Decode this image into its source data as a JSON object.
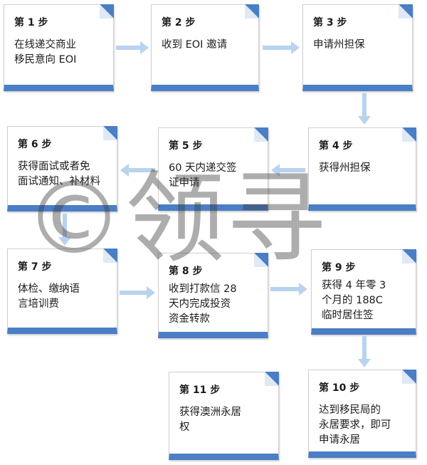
{
  "colors": {
    "box_bottom_bar": "#4a7ec5",
    "corner_fill": "#4a7ec5",
    "arrow": "#b9d3ee",
    "watermark": "#555555"
  },
  "steps": [
    {
      "title": "第 1 步",
      "text": "在线递交商业\n移民意向 EOI"
    },
    {
      "title": "第 2 步",
      "text": "收到 EOI 邀请"
    },
    {
      "title": "第 3 步",
      "text": "申请州担保"
    },
    {
      "title": "第 4 步",
      "text": "获得州担保"
    },
    {
      "title": "第 5 步",
      "text": "60 天内递交签\n证申请"
    },
    {
      "title": "第 6 步",
      "text": "获得面试或者免\n面试通知、补材料"
    },
    {
      "title": "第 7 步",
      "text": "体检、缴纳语\n言培训费"
    },
    {
      "title": "第 8 步",
      "text": "收到打款信 28\n天内完成投资\n资金转款"
    },
    {
      "title": "第 9 步",
      "text": "获得 4 年零 3\n个月的 188C\n临时居住签"
    },
    {
      "title": "第 10 步",
      "text": "达到移民局的\n永居要求，即可\n申请永居"
    },
    {
      "title": "第 11 步",
      "text": "获得澳洲永居\n权"
    }
  ],
  "watermark": {
    "text": "©领寻"
  }
}
